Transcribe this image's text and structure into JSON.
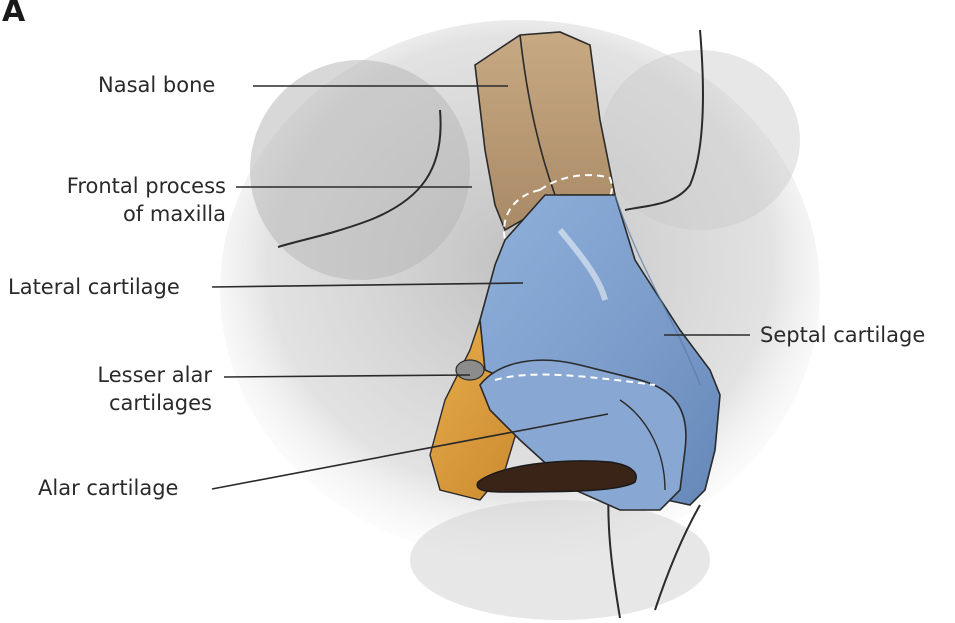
{
  "panel_letter": "A",
  "labels": {
    "nasal_bone": "Nasal bone",
    "frontal_process_line1": "Frontal process",
    "frontal_process_line2": "of maxilla",
    "lateral_cartilage": "Lateral cartilage",
    "lesser_alar_line1": "Lesser alar",
    "lesser_alar_line2": "cartilages",
    "alar_cartilage": "Alar cartilage",
    "septal_cartilage": "Septal cartilage"
  },
  "colors": {
    "bone": "#b99a74",
    "cartilage_blue": "#7f9fcc",
    "lesser_alar_orange": "#d99a3a",
    "shadow_gray": "#c8c8c8",
    "nostril": "#3a2418"
  }
}
